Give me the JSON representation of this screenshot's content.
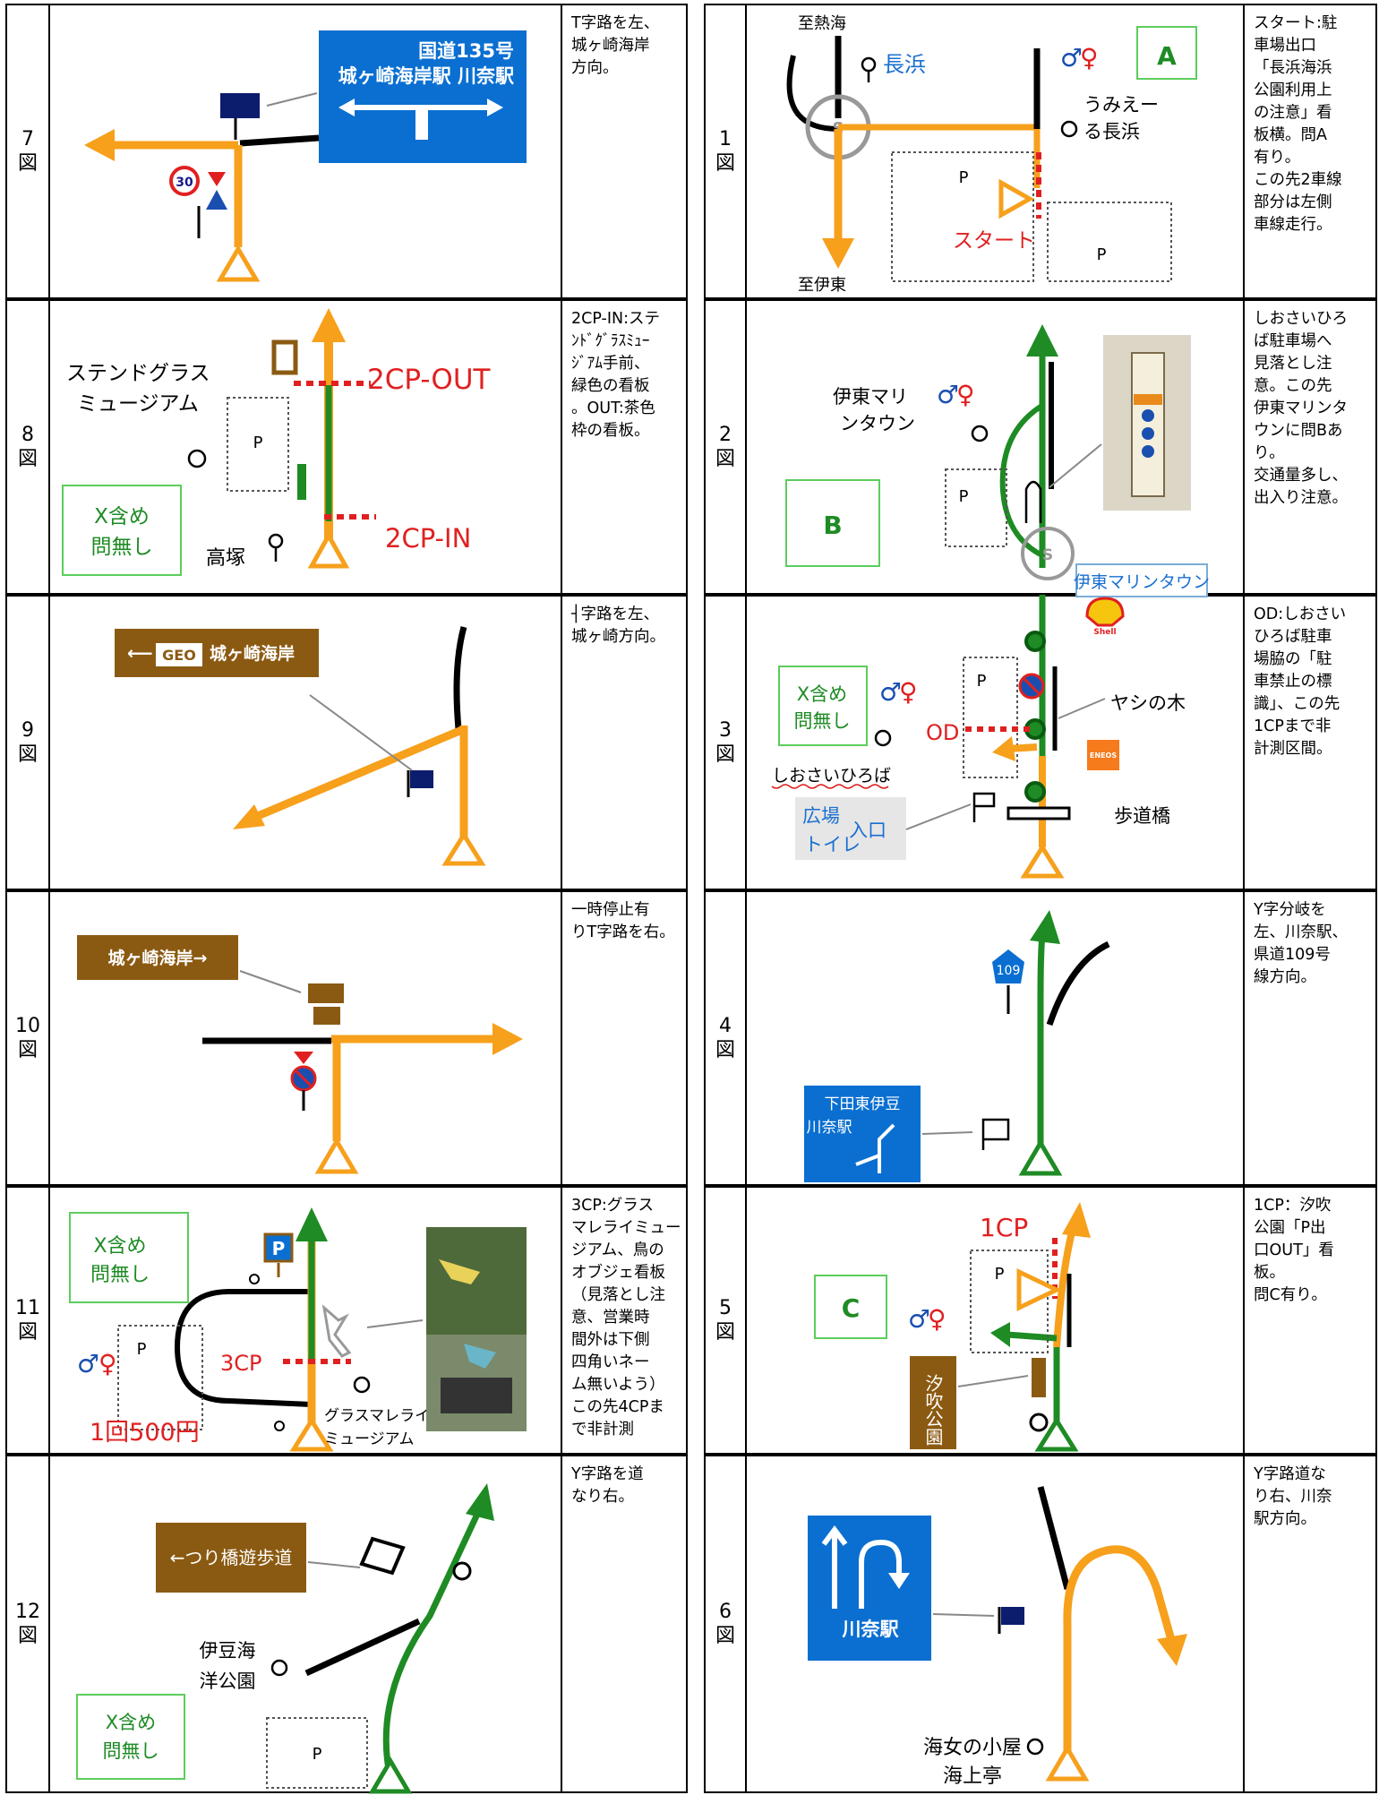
{
  "left": [
    {
      "num": "7\n図",
      "note": "T字路を左、\n城ヶ崎海岸\n方向。"
    },
    {
      "num": "8\n図",
      "note": "2CP-IN:ステ\nﾝﾄﾞｸﾞﾗｽﾐｭｰ\nｼﾞｱﾑ手前、\n緑色の看板\n。OUT:茶色\n枠の看板。"
    },
    {
      "num": "9\n図",
      "note": "┤字路を左、\n城ヶ崎方向。"
    },
    {
      "num": "10\n図",
      "note": "一時停止有\nりT字路を右。"
    },
    {
      "num": "11\n図",
      "note": "3CP:グラス\nマレライミュー\nジアム、鳥の\nオブジェ看板\n（見落とし注\n意、営業時\n間外は下側\n四角いネー\nム無いよう）\nこの先4CPま\nで非計測"
    },
    {
      "num": "12\n図",
      "note": "Y字路を道\nなり右。"
    }
  ],
  "right": [
    {
      "num": "1\n図",
      "note": "スタート:駐\n車場出口\n「長浜海浜\n公園利用上\nの注意」看\n板横。問A\n有り。\nこの先2車線\n部分は左側\n車線走行。"
    },
    {
      "num": "2\n図",
      "note": "しおさいひろ\nば駐車場へ\n見落とし注\n意。この先\n伊東マリンタ\nウンに問Bあ\nり。\n交通量多し、\n出入り注意。"
    },
    {
      "num": "3\n図",
      "note": "OD:しおさい\nひろば駐車\n場脇の「駐\n車禁止の標\n識」、この先\n1CPまで非\n計測区間。"
    },
    {
      "num": "4\n図",
      "note": "Y字分岐を\n左、川奈駅、\n県道109号\n線方向。"
    },
    {
      "num": "5\n図",
      "note": "1CP：汐吹\n公園「P出\n口OUT」看\n板。\n問C有り。"
    },
    {
      "num": "6\n図",
      "note": "Y字路道な\nり右、川奈\n駅方向。"
    }
  ],
  "d7": {
    "sign_line1": "国道135号",
    "sign_line2": "城ヶ崎海岸駅 川奈駅",
    "speed": "30"
  },
  "d8": {
    "museum1": "ステンドグラス",
    "museum2": "ミュージアム",
    "cp_out": "2CP-OUT",
    "cp_in": "2CP-IN",
    "place": "高塚",
    "p": "P",
    "x1": "X含め",
    "x2": "問無し"
  },
  "d9": {
    "geo": "GEO",
    "sign": "城ヶ崎海岸"
  },
  "d10": {
    "sign": "城ヶ崎海岸→"
  },
  "d11": {
    "x1": "X含め",
    "x2": "問無し",
    "p": "P",
    "cp": "3CP",
    "museum1": "グラスマレライ",
    "museum2": "ミュージアム",
    "price": "1回500円",
    "parking": "P"
  },
  "d12": {
    "sign": "←つり橋遊歩道",
    "park1": "伊豆海",
    "park2": "洋公園",
    "x1": "X含め",
    "x2": "問無し",
    "p": "P"
  },
  "d1": {
    "to_atami": "至熱海",
    "nagahama": "長浜",
    "letter": "A",
    "umi1": "うみえー",
    "umi2": "る長浜",
    "p": "P",
    "start": "スタート",
    "to_ito": "至伊東",
    "s": "S"
  },
  "d2": {
    "marina1": "伊東マリ",
    "marina2": "ンタウン",
    "letter": "B",
    "p": "P",
    "s": "S",
    "label": "伊東マリンタウン"
  },
  "d3": {
    "shell": "Shell",
    "x1": "X含め",
    "x2": "問無し",
    "p": "P",
    "od": "OD",
    "palm": "ヤシの木",
    "shiosai": "しおさいひろば",
    "eneos": "ENEOS",
    "toilet1": "広場",
    "toilet2": "トイレ",
    "toilet3": "入口",
    "bridge": "歩道橋"
  },
  "d4": {
    "route": "109",
    "sign1": "下田東伊豆",
    "sign2": "川奈駅"
  },
  "d5": {
    "cp": "1CP",
    "letter": "C",
    "p": "P",
    "park": "汐吹公園"
  },
  "d6": {
    "sign": "川奈駅",
    "place1": "海女の小屋",
    "place2": "海上亭"
  },
  "colors": {
    "orange": "#F6A01C",
    "green": "#1E8B24",
    "blue": "#0A6FD1",
    "brown": "#8B5A12",
    "red": "#E02020",
    "navy": "#0D1D6E"
  }
}
